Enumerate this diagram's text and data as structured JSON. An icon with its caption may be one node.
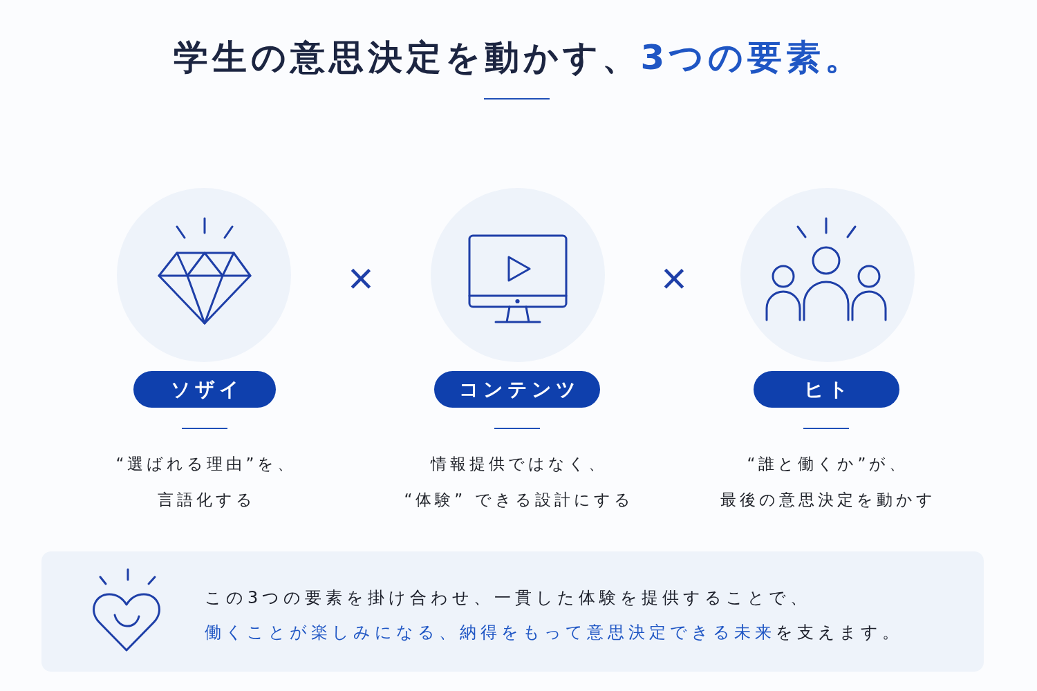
{
  "diagram": {
    "title": "学生の意思決定を動かす、**3つの要素。**",
    "nodes": [
      {
        "text": [
          "ソザイ"
        ],
        "beside": [
          "“選ばれる理由”を、言語化する"
        ]
      },
      {
        "text": [
          "コンテンツ"
        ],
        "beside": [
          "情報提供ではなく、“体験” できる設計にする"
        ]
      },
      {
        "text": [
          "ヒト"
        ],
        "beside": [
          "“誰と働くか”が、最後の意思決定を動かす"
        ]
      },
      {
        "text": [
          "この3つの要素を掛け合わせ、一貫した体験を提供することで、**働くことが楽しみになる、納得をもって意思決定できる未来**を支えます。"
        ]
      }
    ],
    "labels": [
      "×",
      "×"
    ]
  }
}
